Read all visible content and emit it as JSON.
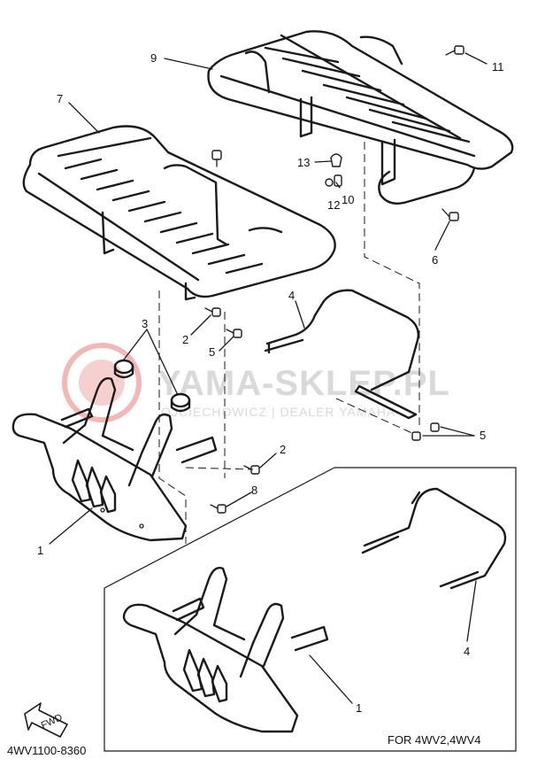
{
  "callouts": {
    "c1a": "1",
    "c1b": "1",
    "c2a": "2",
    "c2b": "2",
    "c3": "3",
    "c4a": "4",
    "c4b": "4",
    "c5a": "5",
    "c5b": "5",
    "c6": "6",
    "c7": "7",
    "c8": "8",
    "c9": "9",
    "c10": "10",
    "c11": "11",
    "c12": "12",
    "c13": "13"
  },
  "watermark": {
    "brand": "YAMA-SKLEP.PL",
    "tagline": "OJCIECHOWICZ | DEALER YAMAHA"
  },
  "fwd_label": "FWD",
  "variant_note": "FOR 4WV2,4WV4",
  "drawing_number": "4WV1100-8360",
  "colors": {
    "line": "#1a1a1a",
    "watermark_red": "#f2b8b8",
    "watermark_gray": "#d9d9d9"
  }
}
